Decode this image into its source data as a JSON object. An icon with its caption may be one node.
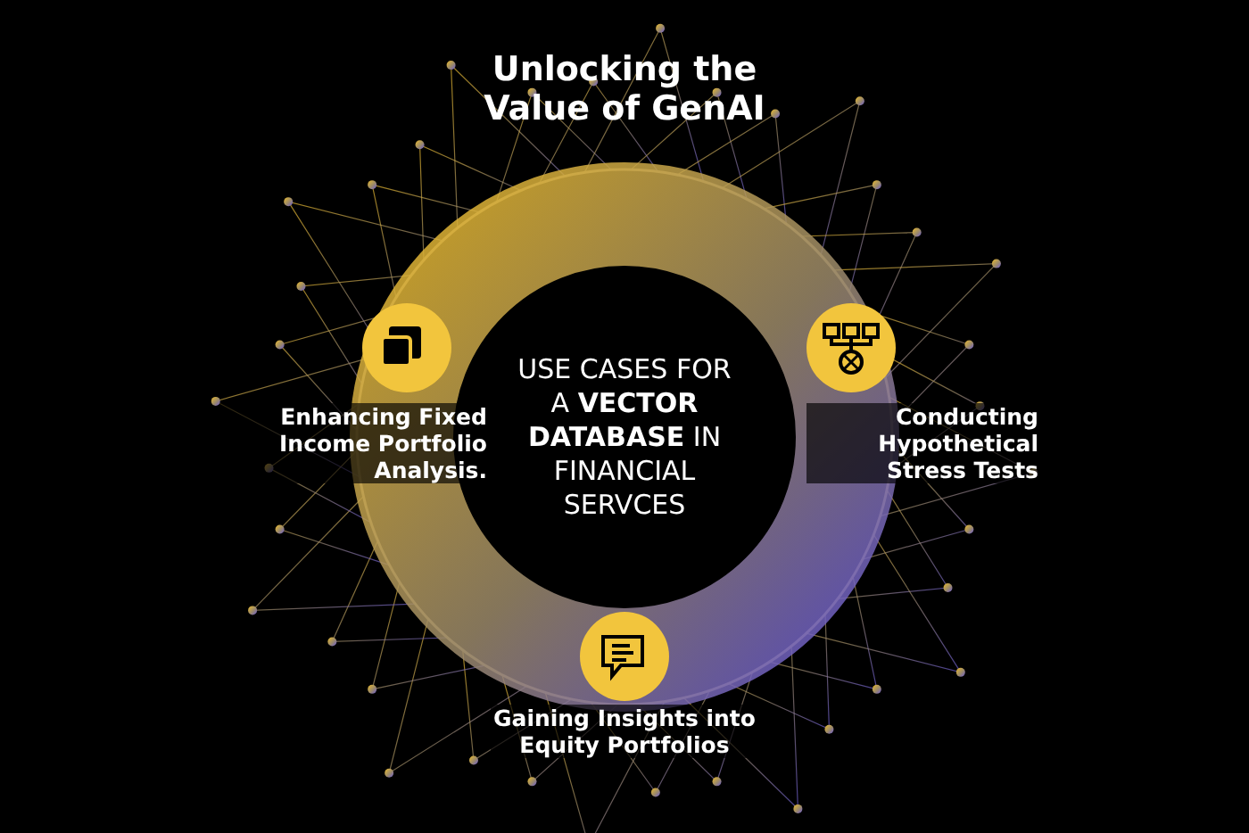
{
  "diagram": {
    "title": "Unlocking the Value of GenAI",
    "nodes": [
      {
        "text": [
          "USE CASES FOR A **VECTOR DATABASE** IN FINANCIAL SERVCES"
        ]
      },
      {
        "text": [
          "Enhancing Fixed Income Portfolio Analysis."
        ]
      },
      {
        "text": [
          "Conducting Hypothetical Stress Tests"
        ]
      },
      {
        "text": [
          "Gaining Insights into Equity Portfolios"
        ]
      }
    ]
  }
}
